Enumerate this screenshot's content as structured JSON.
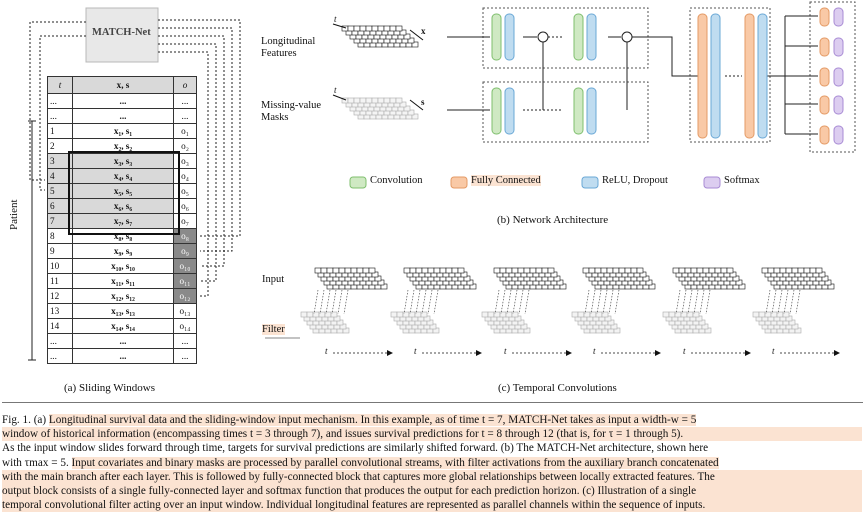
{
  "panel_a": {
    "match_net_label": "MATCH-Net",
    "header": [
      "t",
      "x, s",
      "o"
    ],
    "rows": [
      [
        "...",
        "...",
        "..."
      ],
      [
        "...",
        "...",
        "..."
      ],
      [
        "1",
        "x₁, s₁",
        "o₁"
      ],
      [
        "2",
        "x₂, s₂",
        "o₂"
      ],
      [
        "3",
        "x₃, s₃",
        "o₃"
      ],
      [
        "4",
        "x₄, s₄",
        "o₄"
      ],
      [
        "5",
        "x₅, s₅",
        "o₅"
      ],
      [
        "6",
        "x₆, s₆",
        "o₆"
      ],
      [
        "7",
        "x₇, s₇",
        "o₇"
      ],
      [
        "8",
        "x₈, s₈",
        "o₈"
      ],
      [
        "9",
        "x₉, s₉",
        "o₉"
      ],
      [
        "10",
        "x₁₀, s₁₀",
        "o₁₀"
      ],
      [
        "11",
        "x₁₁, s₁₁",
        "o₁₁"
      ],
      [
        "12",
        "x₁₂, s₁₂",
        "o₁₂"
      ],
      [
        "13",
        "x₁₃, s₁₃",
        "o₁₃"
      ],
      [
        "14",
        "x₁₄, s₁₄",
        "o₁₄"
      ],
      [
        "...",
        "...",
        "..."
      ],
      [
        "...",
        "...",
        "..."
      ]
    ],
    "patient_label": "Patient",
    "caption": "(a) Sliding Windows"
  },
  "panel_b": {
    "input1_label_line1": "Longitudinal",
    "input1_label_line2": "Features",
    "input2_label_line1": "Missing-value",
    "input2_label_line2": "Masks",
    "axis_t": "t",
    "axis_x": "x",
    "axis_s": "s",
    "plus": "+",
    "legend": [
      {
        "label": "Convolution",
        "color": "#cfe9c3",
        "stroke": "#7fbf6e"
      },
      {
        "label": "Fully Connected",
        "color": "#f9c9a6",
        "stroke": "#e49a65"
      },
      {
        "label": "ReLU, Dropout",
        "color": "#bfdcf0",
        "stroke": "#6aa8d6"
      },
      {
        "label": "Softmax",
        "color": "#dccdf0",
        "stroke": "#a88bd4"
      }
    ],
    "caption": "(b) Network Architecture"
  },
  "panel_c": {
    "input_label": "Input",
    "filter_label": "Filter",
    "axis_t": "t",
    "caption": "(c) Temporal Convolutions"
  },
  "caption": {
    "l1_a": "Fig. 1.  (a) ",
    "l1_b": "Longitudinal survival data and the sliding-window input mechanism. In this example, as of time t = 7, MATCH-Net takes as input a width-w = 5",
    "l2": "window of historical information (encompassing times t = 3 through 7), and issues survival predictions for t = 8 through 12 (that is, for τ = 1 through 5).",
    "l3": "As the input window slides forward through time, targets for survival predictions are similarly shifted forward. (b) The MATCH-Net architecture, shown here",
    "l4_a": "with τmax = 5. ",
    "l4_b": "Input covariates and binary masks are processed by parallel convolutional streams, with filter activations from the auxiliary branch concatenated",
    "l5": "with the main branch after each layer. This is followed by fully-connected block that captures more global relationships between locally extracted features. The",
    "l6": "output block consists of a single fully-connected layer and softmax function that produces the output for each prediction horizon. (c) Illustration of a single",
    "l7": "temporal convolutional filter acting over an input window. Individual longitudinal features are represented as parallel channels within the sequence of inputs."
  }
}
